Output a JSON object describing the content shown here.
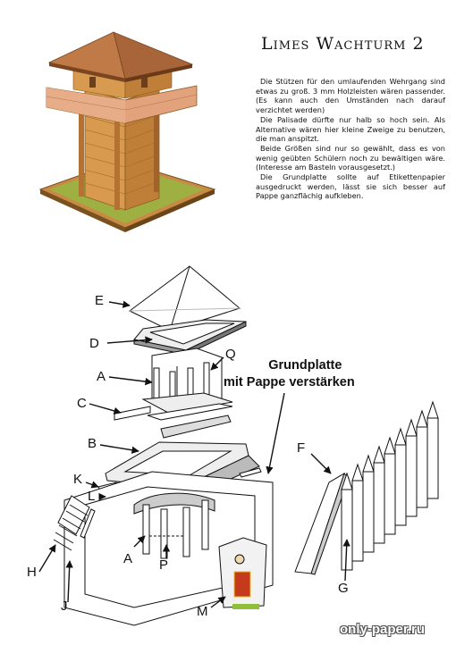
{
  "title": "Limes Wachturm 2",
  "paragraphs": [
    "Die Stützen für den umlaufenden Wehrgang sind etwas zu groß. 3 mm Holzleisten wären passender.(Es kann auch den Umständen nach darauf verzichtet werden)",
    "Die Palisade dürfte nur halb so hoch sein. Als Alternative wären hier kleine Zweige zu benutzen, die man anspitzt.",
    "Beide Größen sind nur so gewählt, dass es von wenig geübten Schülern noch zu bewältigen wäre. (Interesse am Basteln vorausgesetzt.)",
    "Die Grundplatte sollte auf Etikettenpapier ausgedruckt werden, lässt sie sich besser auf Pappe ganzflächig aufkleben."
  ],
  "callout": {
    "line1": "Grundplatte",
    "line2": "mit Pappe verstärken"
  },
  "labels": {
    "E": "E",
    "D": "D",
    "A": "A",
    "Q": "Q",
    "C": "C",
    "B": "B",
    "K": "K",
    "L": "L",
    "F": "F",
    "H": "H",
    "J": "J",
    "A2": "A",
    "P": "P",
    "M": "M",
    "G": "G"
  },
  "watermark": "only-paper.ru",
  "colors": {
    "wood": "#d99a4a",
    "roof": "#b06a3a",
    "railing": "#e3a27a",
    "base": "#c98a45",
    "grass": "#8fa83a"
  }
}
